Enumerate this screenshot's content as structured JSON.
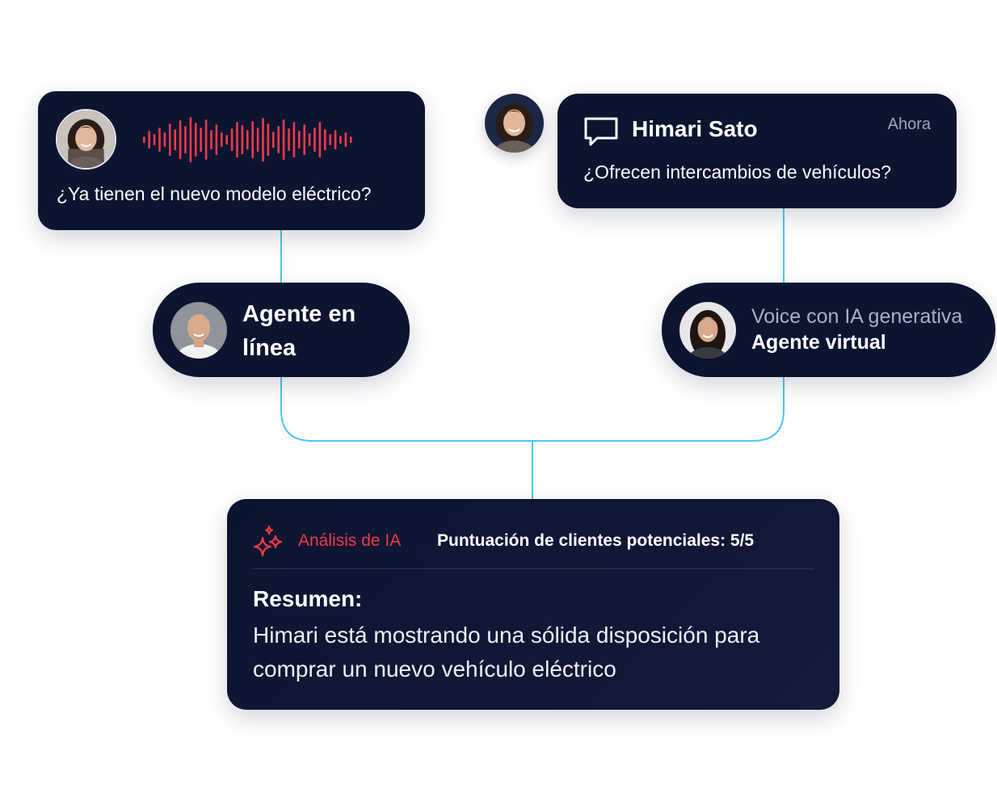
{
  "colors": {
    "card_bg": "#0b1530",
    "accent_red": "#f03a4a",
    "connector": "#4cc7ee",
    "muted_text": "#9ea6bb"
  },
  "voice_message": {
    "text": "¿Ya tienen el nuevo modelo eléctrico?",
    "icons": [
      "customer-avatar",
      "waveform-icon"
    ]
  },
  "chat_message": {
    "name": "Himari Sato",
    "time": "Ahora",
    "text": "¿Ofrecen intercambios de vehículos?",
    "icons": [
      "chat-bubble-icon",
      "customer-avatar"
    ]
  },
  "live_agent": {
    "label": "Agente en línea"
  },
  "virtual_agent": {
    "subtitle": "Voice con IA generativa",
    "title": "Agente virtual"
  },
  "analysis": {
    "label": "Análisis de IA",
    "score": "Puntuación de clientes potenciales: 5/5",
    "summary_title": "Resumen:",
    "summary_text": "Himari está mostrando una sólida disposición para comprar un nuevo vehículo eléctrico",
    "icon": "sparkle-icon"
  }
}
